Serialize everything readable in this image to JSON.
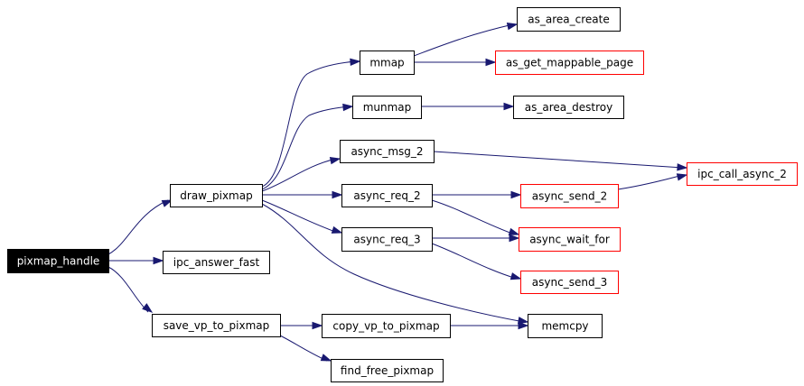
{
  "diagram": {
    "type": "call-graph",
    "nodes": [
      {
        "id": "pixmap_handle",
        "label": "pixmap_handle",
        "style": "root"
      },
      {
        "id": "draw_pixmap",
        "label": "draw_pixmap",
        "style": "normal"
      },
      {
        "id": "ipc_answer_fast",
        "label": "ipc_answer_fast",
        "style": "normal"
      },
      {
        "id": "save_vp_to_pixmap",
        "label": "save_vp_to_pixmap",
        "style": "normal"
      },
      {
        "id": "mmap",
        "label": "mmap",
        "style": "normal"
      },
      {
        "id": "munmap",
        "label": "munmap",
        "style": "normal"
      },
      {
        "id": "async_msg_2",
        "label": "async_msg_2",
        "style": "normal"
      },
      {
        "id": "async_req_2",
        "label": "async_req_2",
        "style": "normal"
      },
      {
        "id": "async_req_3",
        "label": "async_req_3",
        "style": "normal"
      },
      {
        "id": "memcpy",
        "label": "memcpy",
        "style": "normal"
      },
      {
        "id": "as_area_create",
        "label": "as_area_create",
        "style": "normal"
      },
      {
        "id": "as_get_mappable_page",
        "label": "as_get_mappable_page",
        "style": "external"
      },
      {
        "id": "as_area_destroy",
        "label": "as_area_destroy",
        "style": "normal"
      },
      {
        "id": "ipc_call_async_2",
        "label": "ipc_call_async_2",
        "style": "external"
      },
      {
        "id": "async_send_2",
        "label": "async_send_2",
        "style": "external"
      },
      {
        "id": "async_wait_for",
        "label": "async_wait_for",
        "style": "external"
      },
      {
        "id": "async_send_3",
        "label": "async_send_3",
        "style": "external"
      },
      {
        "id": "copy_vp_to_pixmap",
        "label": "copy_vp_to_pixmap",
        "style": "normal"
      },
      {
        "id": "find_free_pixmap",
        "label": "find_free_pixmap",
        "style": "normal"
      }
    ],
    "edges": [
      {
        "from": "pixmap_handle",
        "to": "draw_pixmap"
      },
      {
        "from": "pixmap_handle",
        "to": "ipc_answer_fast"
      },
      {
        "from": "pixmap_handle",
        "to": "save_vp_to_pixmap"
      },
      {
        "from": "draw_pixmap",
        "to": "mmap"
      },
      {
        "from": "draw_pixmap",
        "to": "munmap"
      },
      {
        "from": "draw_pixmap",
        "to": "async_msg_2"
      },
      {
        "from": "draw_pixmap",
        "to": "async_req_2"
      },
      {
        "from": "draw_pixmap",
        "to": "async_req_3"
      },
      {
        "from": "draw_pixmap",
        "to": "memcpy"
      },
      {
        "from": "mmap",
        "to": "as_area_create"
      },
      {
        "from": "mmap",
        "to": "as_get_mappable_page"
      },
      {
        "from": "munmap",
        "to": "as_area_destroy"
      },
      {
        "from": "async_msg_2",
        "to": "ipc_call_async_2"
      },
      {
        "from": "async_req_2",
        "to": "async_send_2"
      },
      {
        "from": "async_req_2",
        "to": "async_wait_for"
      },
      {
        "from": "async_send_2",
        "to": "ipc_call_async_2"
      },
      {
        "from": "async_req_3",
        "to": "async_wait_for"
      },
      {
        "from": "async_req_3",
        "to": "async_send_3"
      },
      {
        "from": "save_vp_to_pixmap",
        "to": "copy_vp_to_pixmap"
      },
      {
        "from": "save_vp_to_pixmap",
        "to": "find_free_pixmap"
      },
      {
        "from": "copy_vp_to_pixmap",
        "to": "memcpy"
      }
    ]
  },
  "colors": {
    "root_fill": "#000000",
    "root_text": "#ffffff",
    "node_fill": "#ffffff",
    "node_border": "#000000",
    "external_border": "#ff0000",
    "node_text": "#000000",
    "edge": "#191970"
  }
}
